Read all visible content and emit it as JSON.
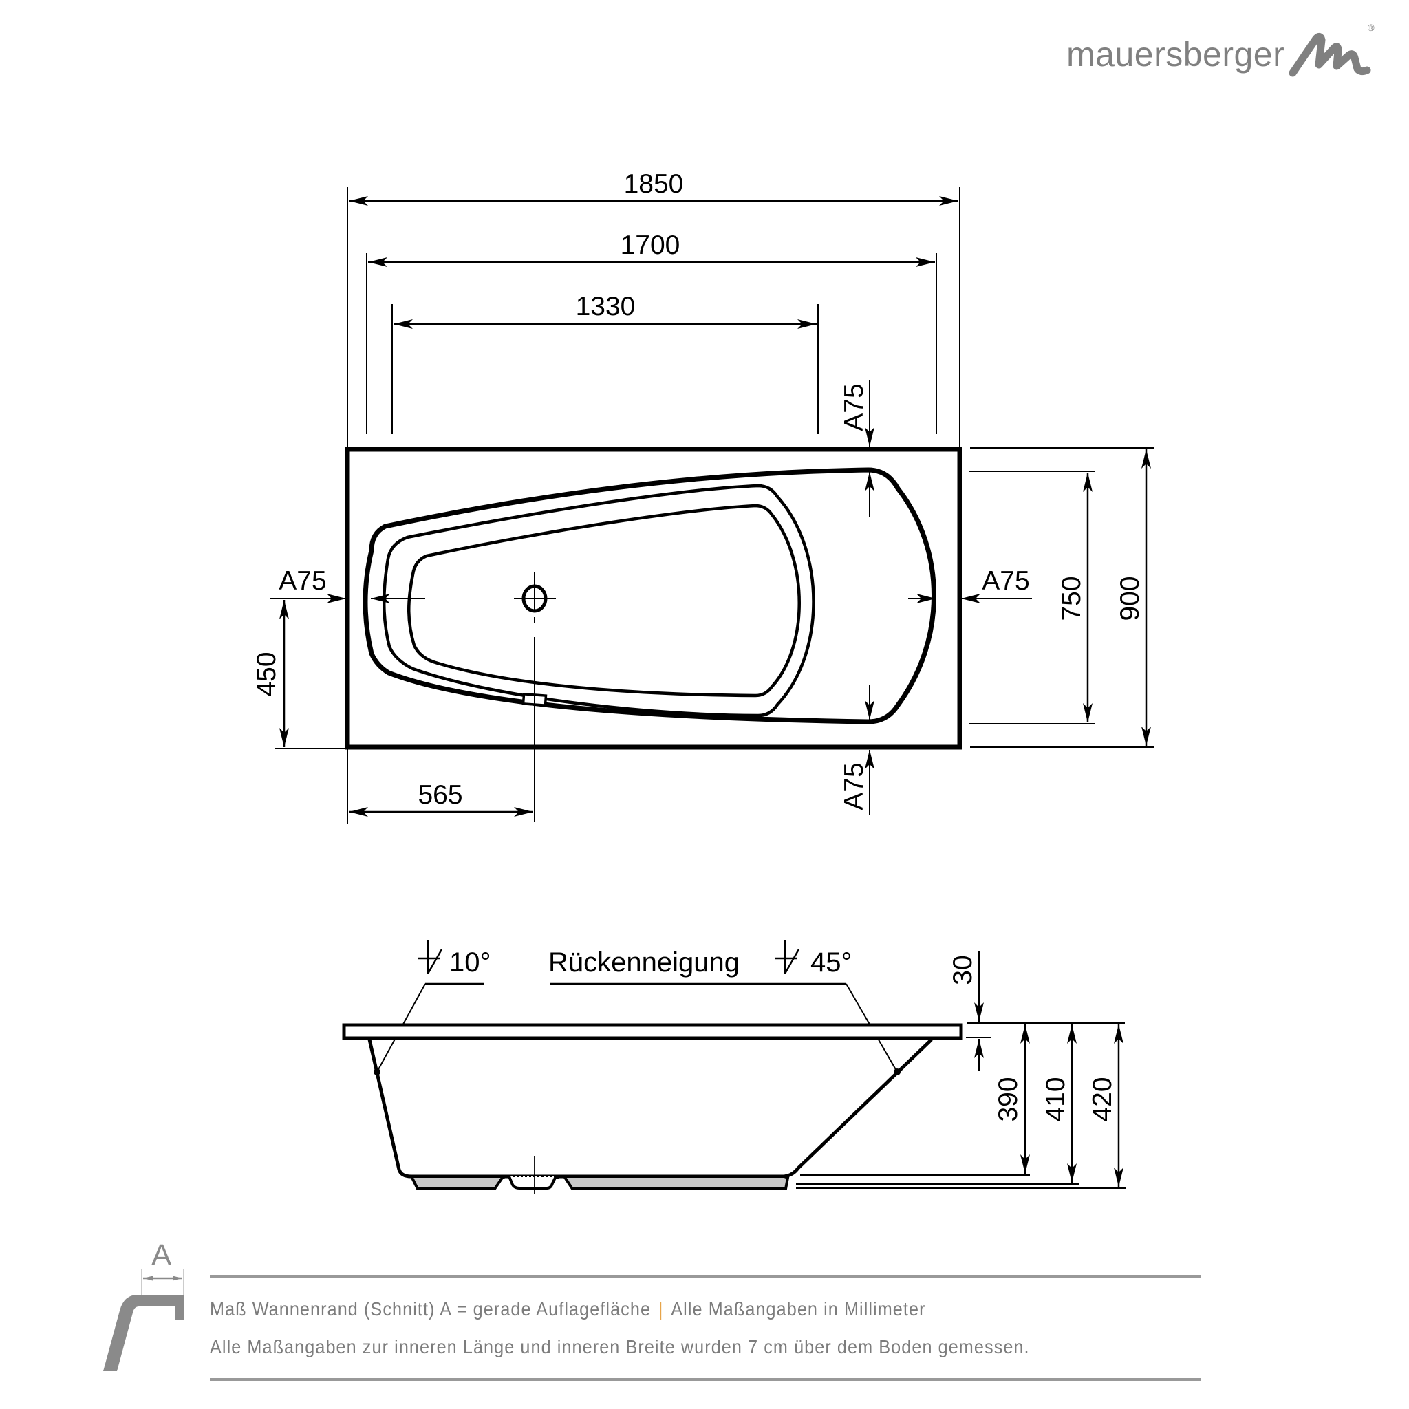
{
  "logo": {
    "wordmark": "mauersberger",
    "registered_mark": "®",
    "brand_color": "#808080"
  },
  "plan_view": {
    "overall_length": "1850",
    "rim_length": "1700",
    "inner_length": "1330",
    "overall_width": "900",
    "rim_width": "750",
    "drain_offset_x": "565",
    "drain_offset_y": "450",
    "rim_section_left": "A75",
    "rim_section_right": "A75",
    "rim_section_top": "A75",
    "rim_section_bottom": "A75"
  },
  "side_view": {
    "foot_angle": "10°",
    "back_incline_label": "Rückenneigung",
    "back_incline_angle": "45°",
    "rim_thickness": "30",
    "depth_inner": "390",
    "depth_mid": "410",
    "height_total": "420",
    "base_fill_color": "#c8c8c8"
  },
  "legend": {
    "section_letter": "A",
    "line1_part1": "Maß Wannenrand (Schnitt) A = gerade Auflagefläche",
    "separator": "|",
    "line1_part2": "Alle Maßangaben in Millimeter",
    "line2": "Alle Maßangaben zur inneren Länge und inneren Breite wurden 7 cm über dem Boden gemessen.",
    "separator_color": "#e7a44a",
    "text_color": "#7c7c7c"
  }
}
